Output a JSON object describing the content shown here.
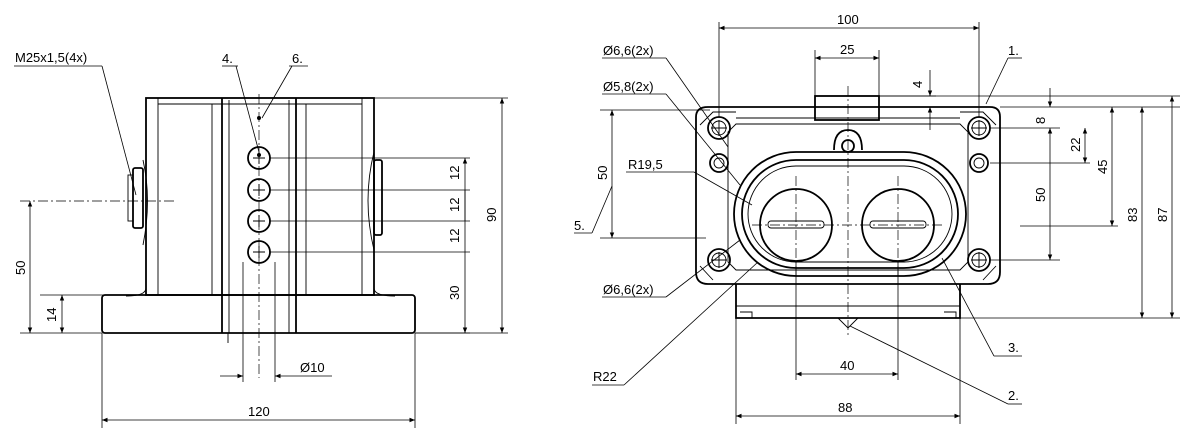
{
  "left_view": {
    "thread_label": "M25x1,5(4x)",
    "callout_4": "4.",
    "callout_6": "6.",
    "dim_12_a": "12",
    "dim_12_b": "12",
    "dim_12_c": "12",
    "dim_30": "30",
    "dim_90": "90",
    "dim_50": "50",
    "dim_14": "14",
    "dim_dia10": "Ø10",
    "dim_120": "120"
  },
  "right_view": {
    "dim_100": "100",
    "dim_25": "25",
    "dim_4": "4",
    "dim_8": "8",
    "dim_22": "22",
    "dim_45": "45",
    "dim_50_inner": "50",
    "dim_83": "83",
    "dim_87": "87",
    "dim_50_left": "50",
    "dim_40": "40",
    "dim_88": "88",
    "label_hole_a": "Ø6,6(2x)",
    "label_hole_b": "Ø5,8(2x)",
    "label_hole_c": "Ø6,6(2x)",
    "label_r195": "R19,5",
    "label_r22": "R22",
    "callout_1": "1.",
    "callout_2": "2.",
    "callout_3": "3.",
    "callout_5": "5."
  }
}
